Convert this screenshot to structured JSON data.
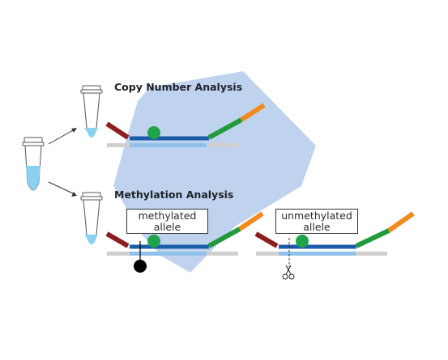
{
  "copy_number_title": "Copy Number Analysis",
  "methylation_title": "Methylation Analysis",
  "methylated_label_line1": "methylated",
  "methylated_label_line2": "allele",
  "unmethylated_label_line1": "unmethylated",
  "unmethylated_label_line2": "allele",
  "colors": {
    "background_shape": "#a9c4e8",
    "dna_strand": "#1a5ca8",
    "dna_light": "#8fc1ea",
    "reference_line": "#cfcfcf",
    "probe_maroon": "#8b1e1e",
    "probe_green": "#229a3c",
    "probe_orange": "#f28a1e",
    "green_dot": "#1fa34a",
    "tube_fill": "#8ad0f0",
    "methyl_marker": "#000000"
  },
  "icons": [
    "sample-tube-icon",
    "aliquot-tube-icon",
    "arrow-icon",
    "methyl-group-icon",
    "scissors-icon"
  ]
}
